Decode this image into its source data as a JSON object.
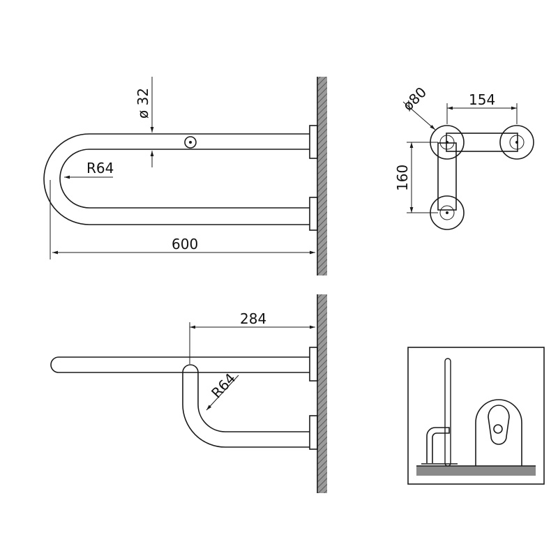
{
  "views": {
    "side_top": {
      "dim_diameter": "ø 32",
      "dim_radius": "R64",
      "dim_length": "600"
    },
    "plan": {
      "dim_diameter": "ø80",
      "dim_width": "154",
      "dim_depth": "160"
    },
    "side_bottom": {
      "dim_offset": "284",
      "dim_radius": "R64"
    }
  },
  "colors": {
    "line": "#1a1a1a",
    "wall": "#7a7a7a",
    "floor": "#8a8a8a"
  }
}
